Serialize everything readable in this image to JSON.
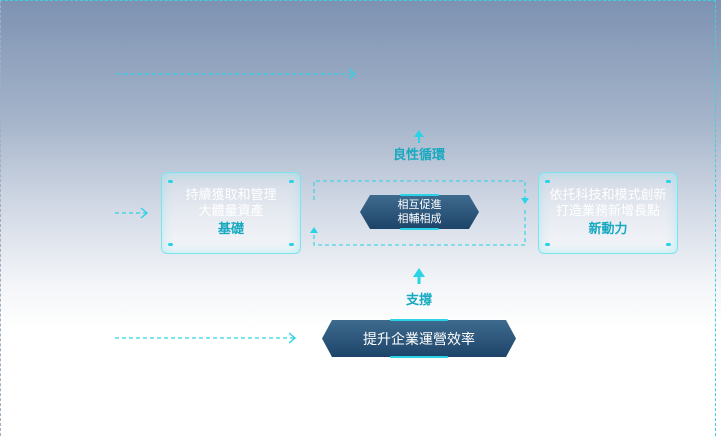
{
  "diagram": {
    "left_box": {
      "lines": [
        "持續獲取和管理",
        "大體量資產"
      ],
      "key": "基礎"
    },
    "right_box": {
      "lines": [
        "依托科技和模式創新",
        "打造業務新增長點"
      ],
      "key": "新動力"
    },
    "center_pill": {
      "lines": [
        "相互促進",
        "相輔相成"
      ]
    },
    "top_label": "良性循環",
    "support_label": "支撐",
    "bottom_pill": "提升企業運營效率"
  },
  "colors": {
    "accent_cyan": "#2ad3e6",
    "label_cyan": "#16a9c0",
    "pill_dark_blue": "#1d4468",
    "bg_top": "#7d92b2"
  }
}
